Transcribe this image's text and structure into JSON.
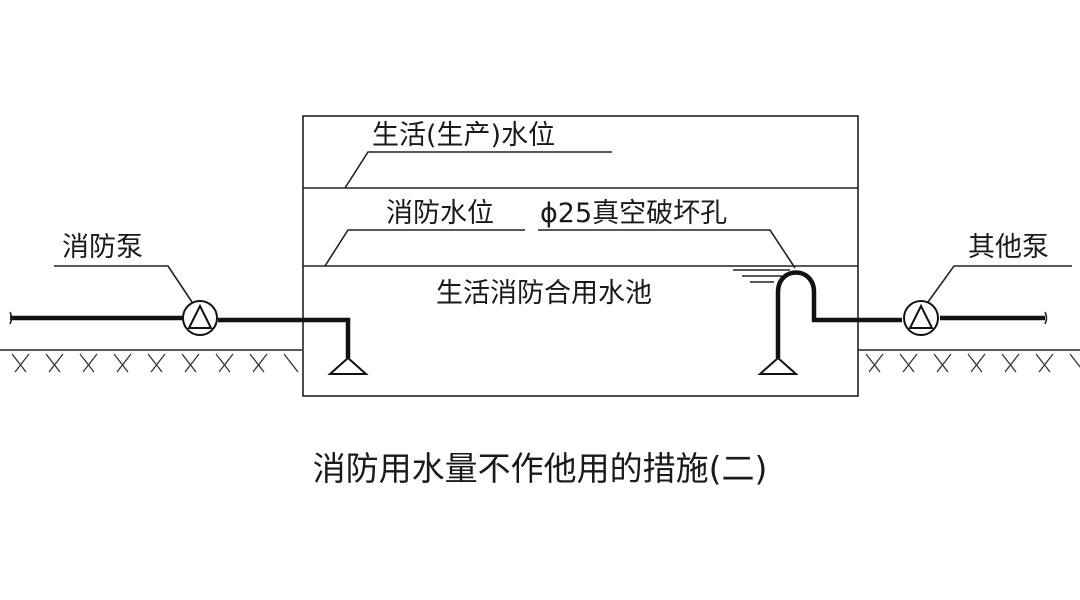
{
  "labels": {
    "domestic_water_level": "生活(生产)水位",
    "fire_water_level": "消防水位",
    "vacuum_hole": "ϕ25真空破坏孔",
    "fire_pump": "消防泵",
    "other_pump": "其他泵",
    "tank": "生活消防合用水池"
  },
  "caption": "消防用水量不作他用的措施(二)",
  "icons": {
    "fire_pump": "pump-symbol-icon",
    "other_pump": "pump-symbol-icon",
    "suction_inlet_left": "suction-bell-icon",
    "suction_inlet_right": "suction-bell-icon"
  }
}
